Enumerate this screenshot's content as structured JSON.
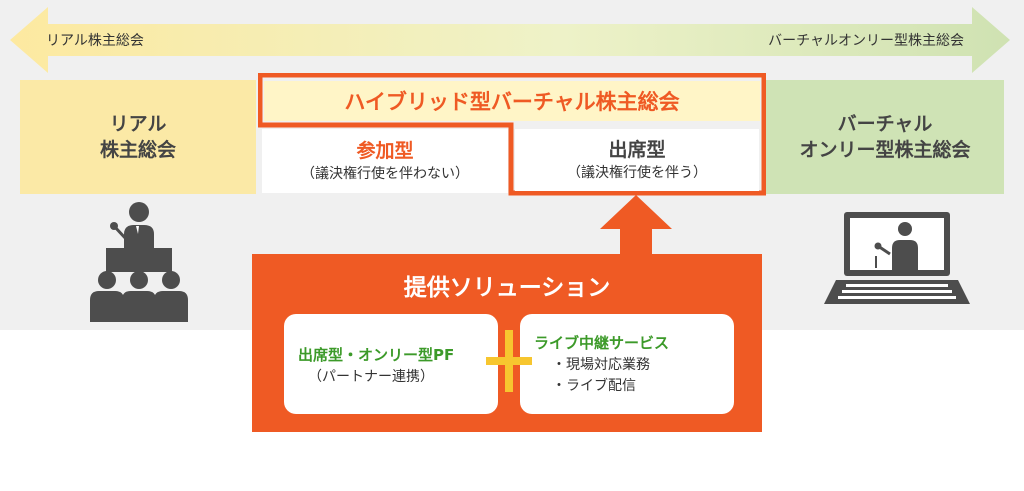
{
  "spectrum": {
    "left_label": "リアル株主総会",
    "right_label": "バーチャルオンリー型株主総会"
  },
  "columns": {
    "real": {
      "line1": "リアル",
      "line2": "株主総会"
    },
    "hybrid": {
      "title": "ハイブリッド型バーチャル株主総会",
      "participation": {
        "title": "参加型",
        "note": "（議決権行使を伴わない）"
      },
      "attendance": {
        "title": "出席型",
        "note": "（議決権行使を伴う）"
      }
    },
    "virtual": {
      "line1": "バーチャル",
      "line2": "オンリー型株主総会"
    }
  },
  "solution": {
    "title": "提供ソリューション",
    "left_card": {
      "title": "出席型・オンリー型PF",
      "note": "（パートナー連携）"
    },
    "right_card": {
      "title": "ライブ中継サービス",
      "items": [
        "・現場対応業務",
        "・ライブ配信"
      ]
    }
  },
  "colors": {
    "accent_orange": "#ef5a24",
    "yellow_box": "#fbe9a6",
    "green_box": "#cfe3b5",
    "green_text": "#3c9a29",
    "plus_yellow": "#f7c62f"
  },
  "icons": [
    "speaker-at-podium-icon",
    "audience-icon",
    "laptop-presenter-icon",
    "up-arrow-icon",
    "plus-icon"
  ]
}
